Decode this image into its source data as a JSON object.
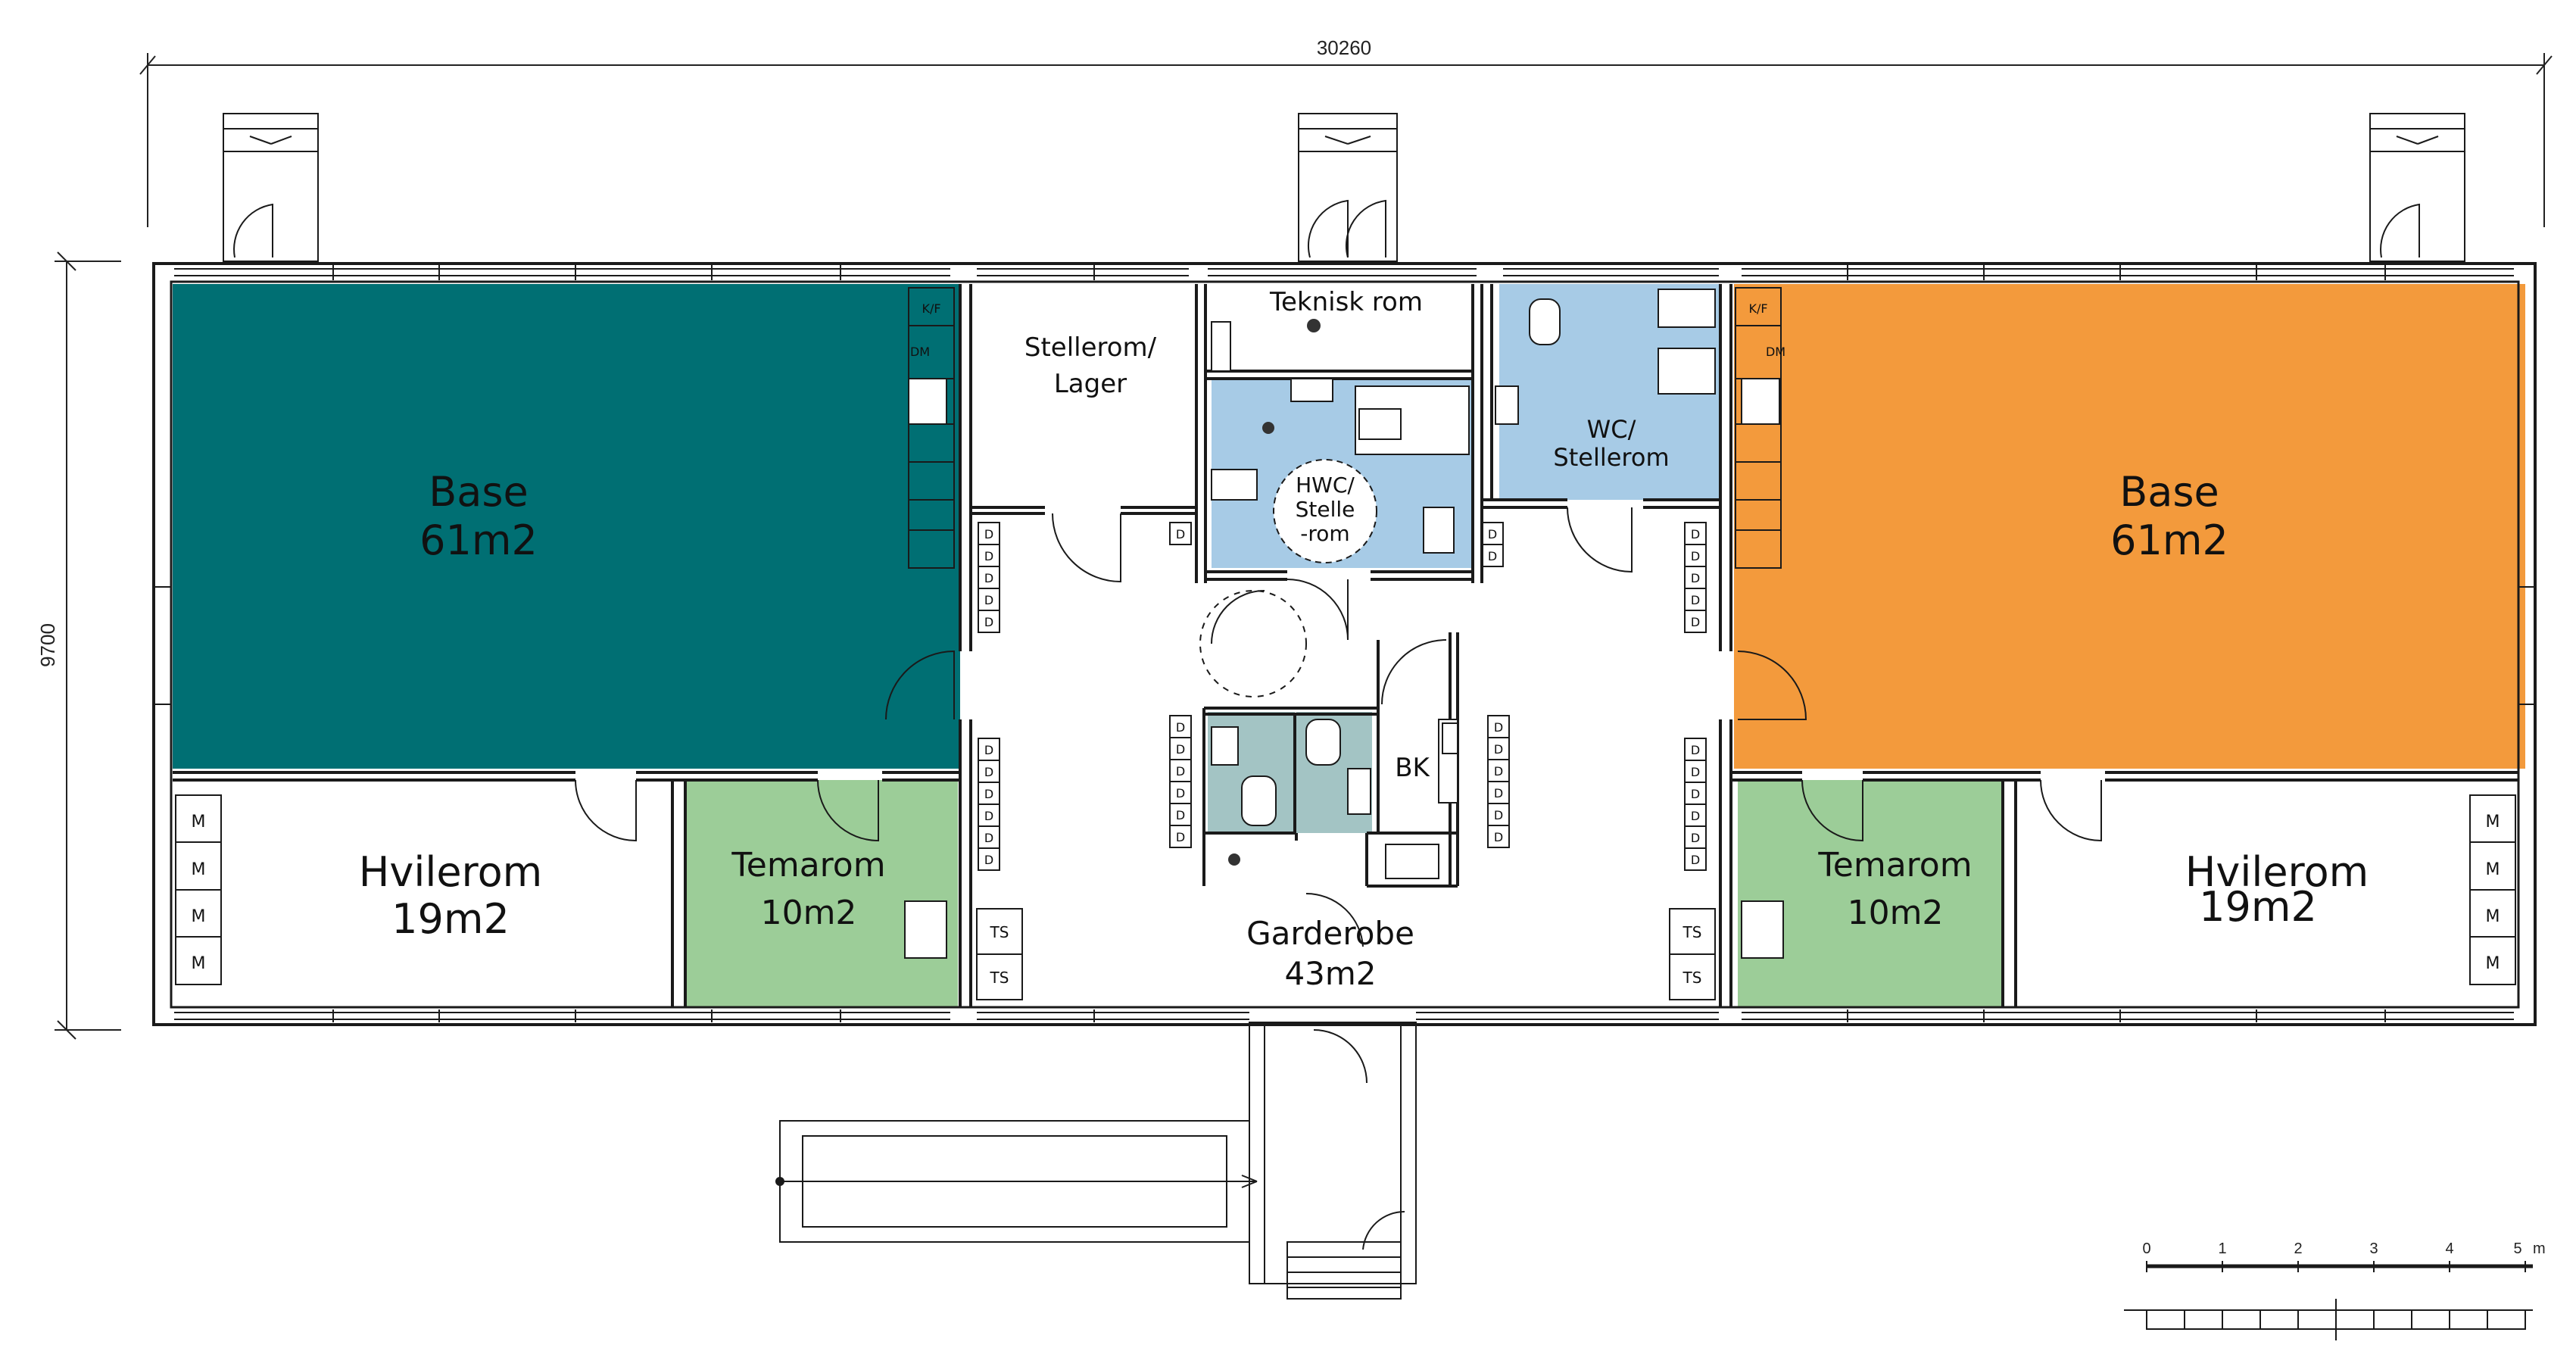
{
  "dimensions": {
    "width_label": "30260",
    "height_label": "9700"
  },
  "colors": {
    "base_left": "#006f73",
    "base_right": "#f39a3c",
    "temarom": "#9ccd98",
    "wet_room": "#a7cbe6",
    "toilet": "#a3c4c4",
    "wall": "#1a1a1a"
  },
  "rooms": {
    "base_left_name": "Base",
    "base_left_area": "61m2",
    "base_right_name": "Base",
    "base_right_area": "61m2",
    "hvilerom_left_name": "Hvilerom",
    "hvilerom_left_area": "19m2",
    "hvilerom_right_name": "Hvilerom",
    "hvilerom_right_area": "19m2",
    "temarom_left_name": "Temarom",
    "temarom_left_area": "10m2",
    "temarom_right_name": "Temarom",
    "temarom_right_area": "10m2",
    "stellerom_line1": "Stellerom/",
    "stellerom_line2": "Lager",
    "teknisk": "Teknisk rom",
    "hwc_line1": "HWC/",
    "hwc_line2": "Stelle",
    "hwc_line3": "-rom",
    "wc_line1": "WC/",
    "wc_line2": "Stellerom",
    "bk": "BK",
    "garderobe_name": "Garderobe",
    "garderobe_area": "43m2"
  },
  "fixtures": {
    "kf": "K/F",
    "dm": "DM",
    "d": "D",
    "m": "M",
    "ts": "TS"
  },
  "scale_bar": {
    "ticks": [
      "0",
      "1",
      "2",
      "3",
      "4",
      "5"
    ],
    "unit": "m"
  }
}
